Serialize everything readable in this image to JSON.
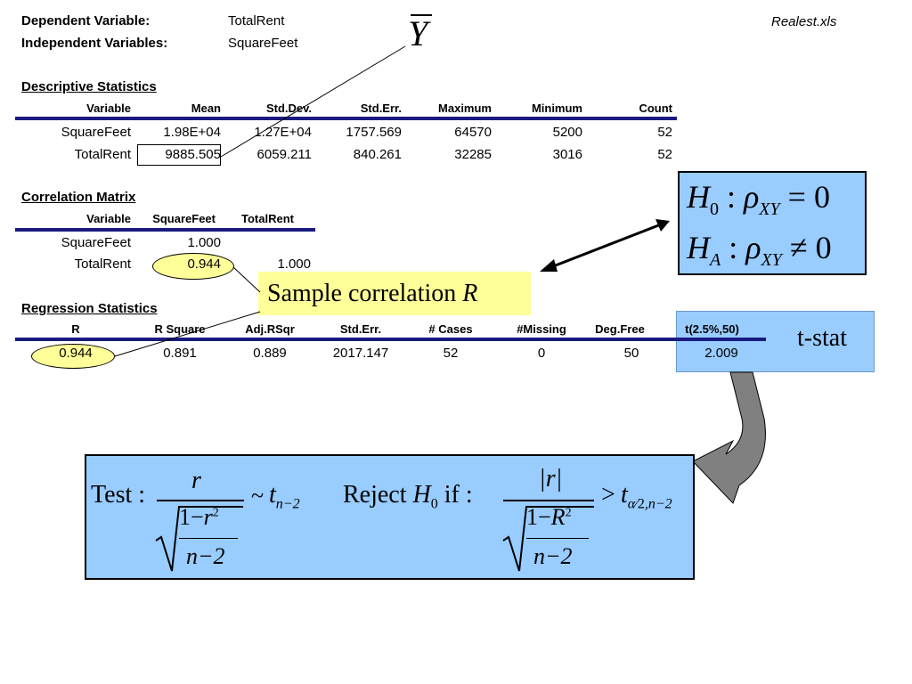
{
  "header": {
    "dependent_label": "Dependent Variable:",
    "dependent_value": "TotalRent",
    "independent_label": "Independent Variables:",
    "independent_value": "SquareFeet",
    "filename": "Realest.xls",
    "ybar_symbol": "Y"
  },
  "descriptive": {
    "title": "Descriptive Statistics",
    "columns": [
      "Variable",
      "Mean",
      "Std.Dev.",
      "Std.Err.",
      "Maximum",
      "Minimum",
      "Count"
    ],
    "rows": [
      [
        "SquareFeet",
        "1.98E+04",
        "1.27E+04",
        "1757.569",
        "64570",
        "5200",
        "52"
      ],
      [
        "TotalRent",
        "9885.505",
        "6059.211",
        "840.261",
        "32285",
        "3016",
        "52"
      ]
    ]
  },
  "correlation": {
    "title": "Correlation Matrix",
    "columns": [
      "Variable",
      "SquareFeet",
      "TotalRent"
    ],
    "rows": [
      [
        "SquareFeet",
        "1.000",
        ""
      ],
      [
        "TotalRent",
        "0.944",
        "1.000"
      ]
    ]
  },
  "regression": {
    "title": "Regression Statistics",
    "columns": [
      "R",
      "R Square",
      "Adj.RSqr",
      "Std.Err.",
      "# Cases",
      "#Missing",
      "Deg.Free",
      "t(2.5%,50)"
    ],
    "row": [
      "0.944",
      "0.891",
      "0.889",
      "2017.147",
      "52",
      "0",
      "50",
      "2.009"
    ]
  },
  "hypotheses": {
    "h0": {
      "H": "H",
      "sub": "0",
      "colon": ":",
      "rho": "ρ",
      "rsub": "XY",
      "rel": "= 0"
    },
    "ha": {
      "H": "H",
      "sub": "A",
      "colon": ":",
      "rho": "ρ",
      "rsub": "XY",
      "rel": "≠ 0"
    }
  },
  "callout": {
    "text": "Sample correlation ",
    "var": "R"
  },
  "tstat": {
    "label": "t-stat"
  },
  "formula": {
    "test_label": "Test :",
    "num_r": "r",
    "one_minus": "1−",
    "r_var": "r",
    "r_sup": "2",
    "n_minus_2": "n−2",
    "tilde": "~",
    "t": "t",
    "t_sub": "n−2",
    "reject": "Reject",
    "H": "H",
    "H_sub": "0",
    "if": "if :",
    "abs_r": "|r|",
    "R_var": "R",
    "R_sup": "2",
    "gt": ">",
    "t2": "t",
    "alpha": "α",
    "slash": "⁄",
    "two": "2",
    "t2_sub": ",n−2"
  },
  "colors": {
    "navy_rule": "#1a1a80",
    "box_blue": "#99ccff",
    "callout_yellow": "#ffff99",
    "ellipse_yellow": "#ffff99",
    "arrow_gray": "#808080"
  }
}
